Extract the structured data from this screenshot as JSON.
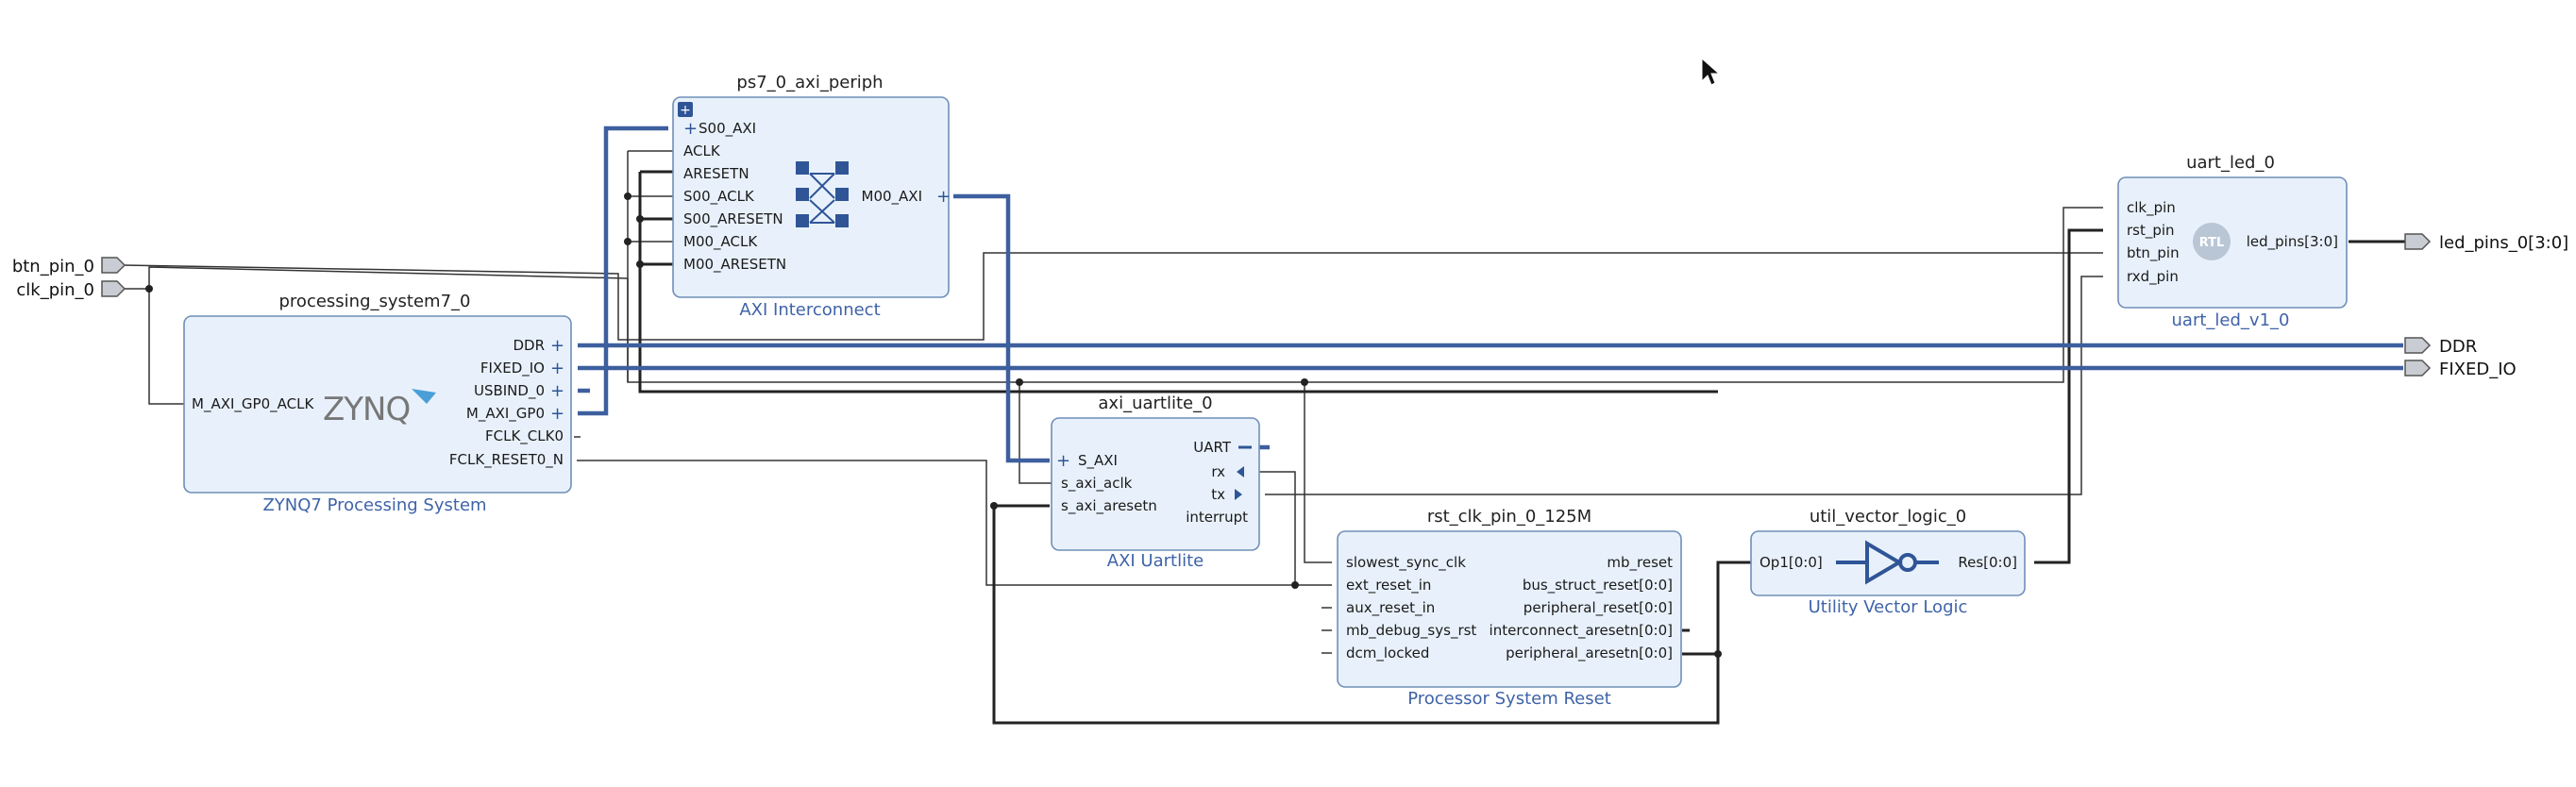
{
  "external_ports": {
    "btn_pin_0": "btn_pin_0",
    "clk_pin_0": "clk_pin_0",
    "led_pins_0": "led_pins_0[3:0]",
    "ddr": "DDR",
    "fixed_io": "FIXED_IO"
  },
  "blocks": {
    "ps7_axi_periph": {
      "instance": "ps7_0_axi_periph",
      "subtitle": "AXI Interconnect",
      "pins_left": [
        "S00_AXI",
        "ACLK",
        "ARESETN",
        "S00_ACLK",
        "S00_ARESETN",
        "M00_ACLK",
        "M00_ARESETN"
      ],
      "pins_right": [
        "M00_AXI"
      ]
    },
    "processing_system7": {
      "instance": "processing_system7_0",
      "subtitle": "ZYNQ7 Processing System",
      "logo": "ZYNQ",
      "pins_left": [
        "M_AXI_GP0_ACLK"
      ],
      "pins_right": [
        "DDR",
        "FIXED_IO",
        "USBIND_0",
        "M_AXI_GP0",
        "FCLK_CLK0",
        "FCLK_RESET0_N"
      ]
    },
    "axi_uartlite": {
      "instance": "axi_uartlite_0",
      "subtitle": "AXI Uartlite",
      "pins_left": [
        "S_AXI",
        "s_axi_aclk",
        "s_axi_aresetn"
      ],
      "pins_right": [
        "UART",
        "rx",
        "tx",
        "interrupt"
      ]
    },
    "rst_clk": {
      "instance": "rst_clk_pin_0_125M",
      "subtitle": "Processor System Reset",
      "pins_left": [
        "slowest_sync_clk",
        "ext_reset_in",
        "aux_reset_in",
        "mb_debug_sys_rst",
        "dcm_locked"
      ],
      "pins_right": [
        "mb_reset",
        "bus_struct_reset[0:0]",
        "peripheral_reset[0:0]",
        "interconnect_aresetn[0:0]",
        "peripheral_aresetn[0:0]"
      ]
    },
    "util_vector_logic": {
      "instance": "util_vector_logic_0",
      "subtitle": "Utility Vector Logic",
      "pins_left": [
        "Op1[0:0]"
      ],
      "pins_right": [
        "Res[0:0]"
      ]
    },
    "uart_led": {
      "instance": "uart_led_0",
      "subtitle": "uart_led_v1_0",
      "badge": "RTL",
      "pins_left": [
        "clk_pin",
        "rst_pin",
        "btn_pin",
        "rxd_pin"
      ],
      "pins_right": [
        "led_pins[3:0]"
      ]
    }
  },
  "colors": {
    "block_fill": "#e8f1fb",
    "block_stroke": "#6f8fb8",
    "bus": "#3d5f9e",
    "subtitle": "#3f63a8"
  }
}
